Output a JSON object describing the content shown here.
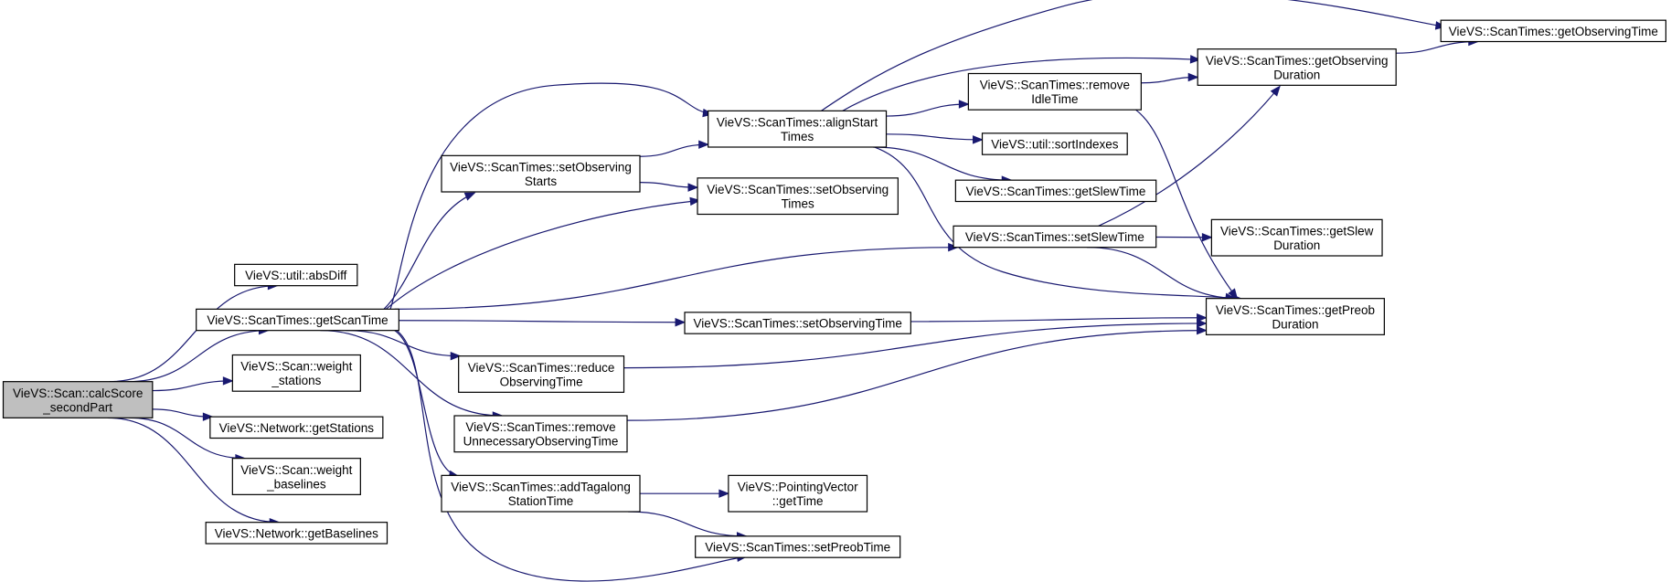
{
  "graph": {
    "nodes": [
      {
        "id": "calcScore",
        "lines": [
          "VieVS::Scan::calcScore",
          "_secondPart"
        ],
        "highlighted": true
      },
      {
        "id": "absDiff",
        "lines": [
          "VieVS::util::absDiff"
        ]
      },
      {
        "id": "getScanTime",
        "lines": [
          "VieVS::ScanTimes::getScanTime"
        ]
      },
      {
        "id": "weightStations",
        "lines": [
          "VieVS::Scan::weight",
          "_stations"
        ]
      },
      {
        "id": "getStations",
        "lines": [
          "VieVS::Network::getStations"
        ]
      },
      {
        "id": "weightBaselines",
        "lines": [
          "VieVS::Scan::weight",
          "_baselines"
        ]
      },
      {
        "id": "getBaselines",
        "lines": [
          "VieVS::Network::getBaselines"
        ]
      },
      {
        "id": "setObservingStarts",
        "lines": [
          "VieVS::ScanTimes::setObserving",
          "Starts"
        ]
      },
      {
        "id": "alignStartTimes",
        "lines": [
          "VieVS::ScanTimes::alignStart",
          "Times"
        ]
      },
      {
        "id": "setObservingTimes",
        "lines": [
          "VieVS::ScanTimes::setObserving",
          "Times"
        ]
      },
      {
        "id": "setSlewTime",
        "lines": [
          "VieVS::ScanTimes::setSlewTime"
        ]
      },
      {
        "id": "setObservingTime",
        "lines": [
          "VieVS::ScanTimes::setObservingTime"
        ]
      },
      {
        "id": "reduceObservingTime",
        "lines": [
          "VieVS::ScanTimes::reduce",
          "ObservingTime"
        ]
      },
      {
        "id": "removeUnnecessary",
        "lines": [
          "VieVS::ScanTimes::remove",
          "UnnecessaryObservingTime"
        ]
      },
      {
        "id": "addTagalong",
        "lines": [
          "VieVS::ScanTimes::addTagalong",
          "StationTime"
        ]
      },
      {
        "id": "setPreobTime",
        "lines": [
          "VieVS::ScanTimes::setPreobTime"
        ]
      },
      {
        "id": "pointingGetTime",
        "lines": [
          "VieVS::PointingVector",
          "::getTime"
        ]
      },
      {
        "id": "removeIdleTime",
        "lines": [
          "VieVS::ScanTimes::remove",
          "IdleTime"
        ]
      },
      {
        "id": "sortIndexes",
        "lines": [
          "VieVS::util::sortIndexes"
        ]
      },
      {
        "id": "getSlewTime",
        "lines": [
          "VieVS::ScanTimes::getSlewTime"
        ]
      },
      {
        "id": "getObservingDuration",
        "lines": [
          "VieVS::ScanTimes::getObserving",
          "Duration"
        ]
      },
      {
        "id": "getObservingTime",
        "lines": [
          "VieVS::ScanTimes::getObservingTime"
        ]
      },
      {
        "id": "getSlewDuration",
        "lines": [
          "VieVS::ScanTimes::getSlew",
          "Duration"
        ]
      },
      {
        "id": "getPreobDuration",
        "lines": [
          "VieVS::ScanTimes::getPreob",
          "Duration"
        ]
      }
    ],
    "edges": [
      {
        "from": "calcScore",
        "to": "absDiff"
      },
      {
        "from": "calcScore",
        "to": "getScanTime"
      },
      {
        "from": "calcScore",
        "to": "weightStations"
      },
      {
        "from": "calcScore",
        "to": "getStations"
      },
      {
        "from": "calcScore",
        "to": "weightBaselines"
      },
      {
        "from": "calcScore",
        "to": "getBaselines"
      },
      {
        "from": "getScanTime",
        "to": "alignStartTimes"
      },
      {
        "from": "getScanTime",
        "to": "setObservingStarts"
      },
      {
        "from": "getScanTime",
        "to": "setObservingTimes"
      },
      {
        "from": "getScanTime",
        "to": "setSlewTime"
      },
      {
        "from": "getScanTime",
        "to": "setObservingTime"
      },
      {
        "from": "getScanTime",
        "to": "reduceObservingTime"
      },
      {
        "from": "getScanTime",
        "to": "removeUnnecessary"
      },
      {
        "from": "getScanTime",
        "to": "addTagalong"
      },
      {
        "from": "getScanTime",
        "to": "setPreobTime"
      },
      {
        "from": "setObservingStarts",
        "to": "alignStartTimes"
      },
      {
        "from": "setObservingStarts",
        "to": "setObservingTimes"
      },
      {
        "from": "alignStartTimes",
        "to": "getObservingTime"
      },
      {
        "from": "alignStartTimes",
        "to": "getObservingDuration"
      },
      {
        "from": "alignStartTimes",
        "to": "removeIdleTime"
      },
      {
        "from": "alignStartTimes",
        "to": "sortIndexes"
      },
      {
        "from": "alignStartTimes",
        "to": "getSlewTime"
      },
      {
        "from": "alignStartTimes",
        "to": "getPreobDuration"
      },
      {
        "from": "removeIdleTime",
        "to": "getObservingDuration"
      },
      {
        "from": "removeIdleTime",
        "to": "getPreobDuration"
      },
      {
        "from": "getObservingDuration",
        "to": "getObservingTime"
      },
      {
        "from": "setSlewTime",
        "to": "getObservingDuration"
      },
      {
        "from": "setSlewTime",
        "to": "getSlewDuration"
      },
      {
        "from": "setSlewTime",
        "to": "getPreobDuration"
      },
      {
        "from": "setObservingTime",
        "to": "getPreobDuration"
      },
      {
        "from": "reduceObservingTime",
        "to": "getPreobDuration"
      },
      {
        "from": "removeUnnecessary",
        "to": "getPreobDuration"
      },
      {
        "from": "addTagalong",
        "to": "pointingGetTime"
      },
      {
        "from": "addTagalong",
        "to": "setPreobTime"
      }
    ]
  }
}
